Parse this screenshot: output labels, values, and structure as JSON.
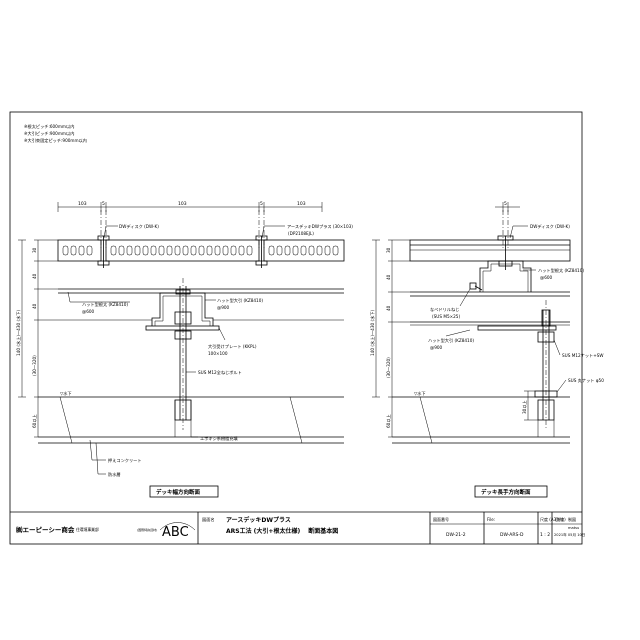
{
  "notes": [
    "※根太ピッチ:600mm以内",
    "※大引ピッチ:900mm以内",
    "※大引束固定ピッチ:900mm以内"
  ],
  "left_section": {
    "caption": "デッキ幅方向断面",
    "top_dims": [
      "103",
      "5",
      "103",
      "5",
      "103"
    ],
    "disc_label": "DWディスク (DW-K)",
    "board_label_1": "アースデッキDWプラス (30×103)",
    "board_label_2": "(DP2108EJL)",
    "hat_joist_label": "ハット型根太 (KZ8410)",
    "hat_joist_at": "@600",
    "hat_beam_label": "ハット型大引 (KZ8410)",
    "hat_beam_at": "@900",
    "plate_label_1": "大引受けプレート (KKPL)",
    "plate_label_2": "100×100",
    "bolt_label": "SUS M12全ねじボルト",
    "epoxy_label": "エポキシ系樹脂充填",
    "concrete_label": "押えコンクリート",
    "waterproof_label": "防水層",
    "dim_30": "30",
    "dim_40a": "40",
    "dim_40b": "40",
    "dim_total": "140 (水上)〜430 (水下)",
    "dim_range": "(30〜320)",
    "dim_60": "60以上",
    "water_down": "▽水下"
  },
  "right_section": {
    "caption": "デッキ長手方向断面",
    "dim_5": "5",
    "disc_label": "DWディスク (DW-K)",
    "hat_joist_label": "ハット型根太 (KZ8410)",
    "hat_joist_at": "@600",
    "screw_label_1": "なべドリルねじ",
    "screw_label_2": "(SUS M5×25)",
    "hat_beam_label": "ハット型大引 (KZ8410)",
    "hat_beam_at": "@900",
    "nut_label": "SUS M12ナット+SW",
    "sq_nut_label": "SUS 丸ナット φ50",
    "dim_30": "30",
    "dim_40a": "40",
    "dim_40b": "40",
    "dim_total": "140 (水上)〜430 (水下)",
    "dim_range": "(30〜320)",
    "dim_60": "60以上",
    "dim_30up": "30以上",
    "water_down": "▽水下"
  },
  "title_block": {
    "company": "㈱エーピーシー商会",
    "department": "住環境事業部",
    "logo_sub": "(国際特許資材)",
    "logo_text": "ABC",
    "drawing_name_label": "図面名",
    "drawing_name_1": "アースデッキDWプラス",
    "drawing_name_2": "ARS工法 (大引+根太仕様)　 断面基本図",
    "drawing_no_label": "図面番号",
    "drawing_no": "DW-21-2",
    "file_label": "File:",
    "file_name": "DW-ARS-D",
    "scale_label": "尺度 (A3判縮)",
    "scale": "1 : 2",
    "date_label": "日付",
    "date": "2021年 05月 10日",
    "author_label": "制図",
    "author": "matsu"
  }
}
